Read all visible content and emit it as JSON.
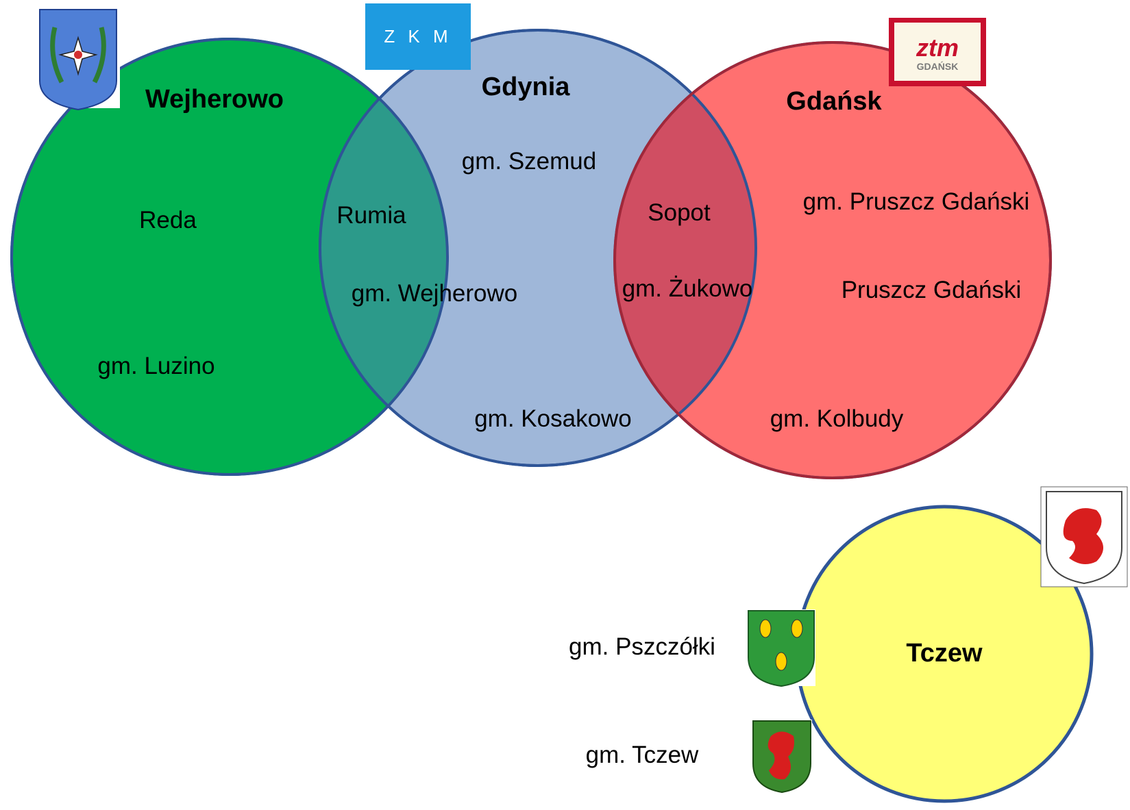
{
  "colors": {
    "wejherowo_fill": "#00b050",
    "gdynia_fill": "#9fb7d9",
    "gdansk_fill": "#ff7070",
    "tczew_fill": "#ffff77",
    "outline": "#2f5597",
    "overlap_wg": "#2c9a8a",
    "overlap_gg": "#d04e62",
    "zkm_blue": "#1e9be0",
    "ztm_red": "#c8102e"
  },
  "regions": {
    "wejherowo": {
      "title": "Wejherowo",
      "members": [
        "Reda",
        "gm. Luzino"
      ]
    },
    "gdynia": {
      "title": "Gdynia",
      "members": [
        "gm. Szemud",
        "gm. Kosakowo"
      ]
    },
    "gdansk": {
      "title": "Gdańsk",
      "members": [
        "gm. Pruszcz Gdański",
        "Pruszcz Gdański",
        "gm. Kolbudy"
      ]
    },
    "tczew": {
      "title": "Tczew"
    }
  },
  "overlaps": {
    "wejherowo_gdynia": [
      "Rumia",
      "gm. Wejherowo"
    ],
    "gdynia_gdansk": [
      "Sopot",
      "gm. Żukowo"
    ]
  },
  "outside": [
    "gm. Pszczółki",
    "gm. Tczew"
  ],
  "logos": {
    "zkm": {
      "text": "Z K M",
      "icon": "zkm-logo"
    },
    "ztm": {
      "text": "ztm",
      "subtext": "GDAŃSK",
      "icon": "ztm-logo"
    },
    "wejherowo_coat": {
      "icon": "wejherowo-coat-of-arms"
    },
    "pomorskie_coat": {
      "icon": "griffin-coat-of-arms"
    },
    "pszczolki_coat": {
      "icon": "bees-coat-of-arms"
    },
    "tczew_coat": {
      "icon": "griffin-green-coat-of-arms"
    }
  }
}
